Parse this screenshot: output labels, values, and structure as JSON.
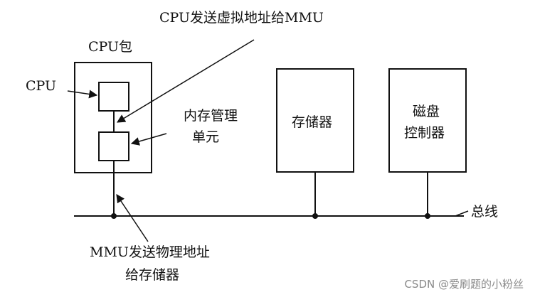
{
  "labels": {
    "cpu_sends_virtual": "CPU发送虚拟地址给MMU",
    "cpu_package": "CPU包",
    "cpu": "CPU",
    "mmu_line1": "内存管理",
    "mmu_line2": "单元",
    "memory": "存储器",
    "disk_line1": "磁盘",
    "disk_line2": "控制器",
    "bus": "总线",
    "mmu_sends_physical_line1": "MMU发送物理地址",
    "mmu_sends_physical_line2": "给存储器"
  },
  "watermark": "CSDN @爱刷题的小粉丝",
  "colors": {
    "stroke": "#111111",
    "text": "#111111",
    "watermark": "#8a8a8a",
    "background": "#ffffff"
  }
}
